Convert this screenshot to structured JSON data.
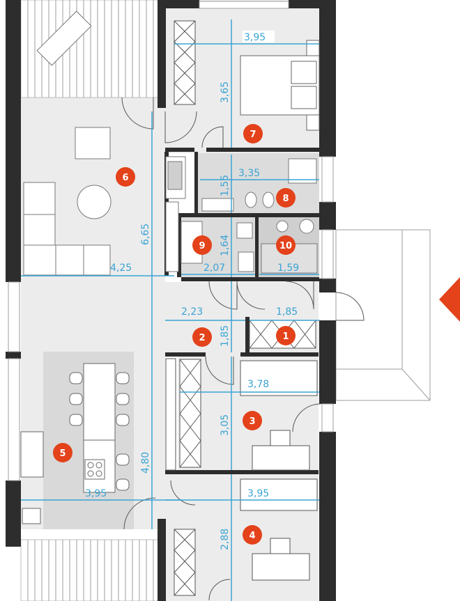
{
  "rooms": [
    {
      "id": "1",
      "label": "1"
    },
    {
      "id": "2",
      "label": "2"
    },
    {
      "id": "3",
      "label": "3"
    },
    {
      "id": "4",
      "label": "4"
    },
    {
      "id": "5",
      "label": "5"
    },
    {
      "id": "6",
      "label": "6"
    },
    {
      "id": "7",
      "label": "7"
    },
    {
      "id": "8",
      "label": "8"
    },
    {
      "id": "9",
      "label": "9"
    },
    {
      "id": "10",
      "label": "10"
    }
  ],
  "dimensions": {
    "r7_width": "3,95",
    "r7_depth": "3,65",
    "r8_width": "3,35",
    "r8_depth": "1,55",
    "r9_depth": "1,64",
    "r9_width": "2,07",
    "r10_width": "1,59",
    "r6_width": "4,25",
    "r6_depth": "6,65",
    "r2_width": "2,23",
    "r2_depth": "1,85",
    "r1_width": "1,85",
    "r3_width": "3,78",
    "r3_depth": "3,05",
    "r5_depth": "4,80",
    "r5_width": "3,95",
    "r4_width": "3,95",
    "r4_depth": "2,88"
  },
  "colors": {
    "wall": "#2d2d2d",
    "dimension": "#3aa3d4",
    "marker": "#e3421a",
    "floor": "#ececec",
    "service": "#dcdcdc",
    "kitchen": "#d9d9d9"
  },
  "entrance_icon": "entrance-arrow-icon"
}
